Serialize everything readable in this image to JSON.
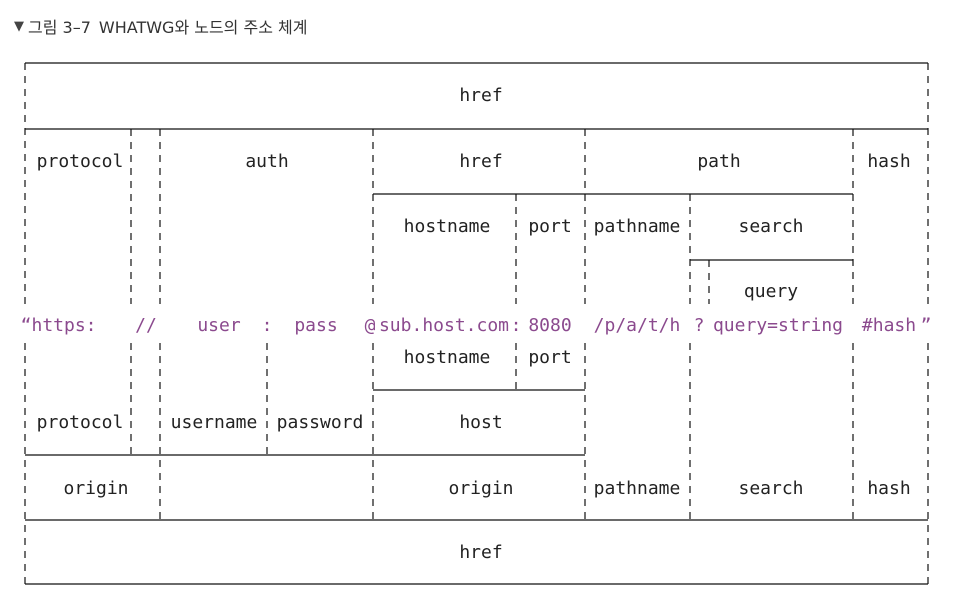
{
  "title": {
    "mark": "▼",
    "number": "그림 3–7",
    "text": "WHATWG와 노드의 주소 체계"
  },
  "colors": {
    "url": "#8b4a8e",
    "line": "#111111",
    "text": "#222222"
  },
  "url_parts": {
    "open_quote": "“",
    "protocol": "https:",
    "slashes": "//",
    "user": "user",
    "colon1": ":",
    "pass": "pass",
    "at": "@",
    "host": "sub.host.com",
    "colon2": ":",
    "port": "8080",
    "path": "/p/a/t/h",
    "qmark": "?",
    "query": "query=string",
    "hash": "#hash",
    "close_quote": "”"
  },
  "top": {
    "href": "href",
    "protocol": "protocol",
    "auth": "auth",
    "host": "href",
    "path": "path",
    "hash": "hash",
    "hostname": "hostname",
    "port": "port",
    "pathname": "pathname",
    "search": "search",
    "query": "query"
  },
  "bottom": {
    "hostname": "hostname",
    "port": "port",
    "protocol": "protocol",
    "username": "username",
    "password": "password",
    "host": "host",
    "origin_left": "origin",
    "origin_mid": "origin",
    "pathname": "pathname",
    "search": "search",
    "hash": "hash",
    "href": "href"
  }
}
